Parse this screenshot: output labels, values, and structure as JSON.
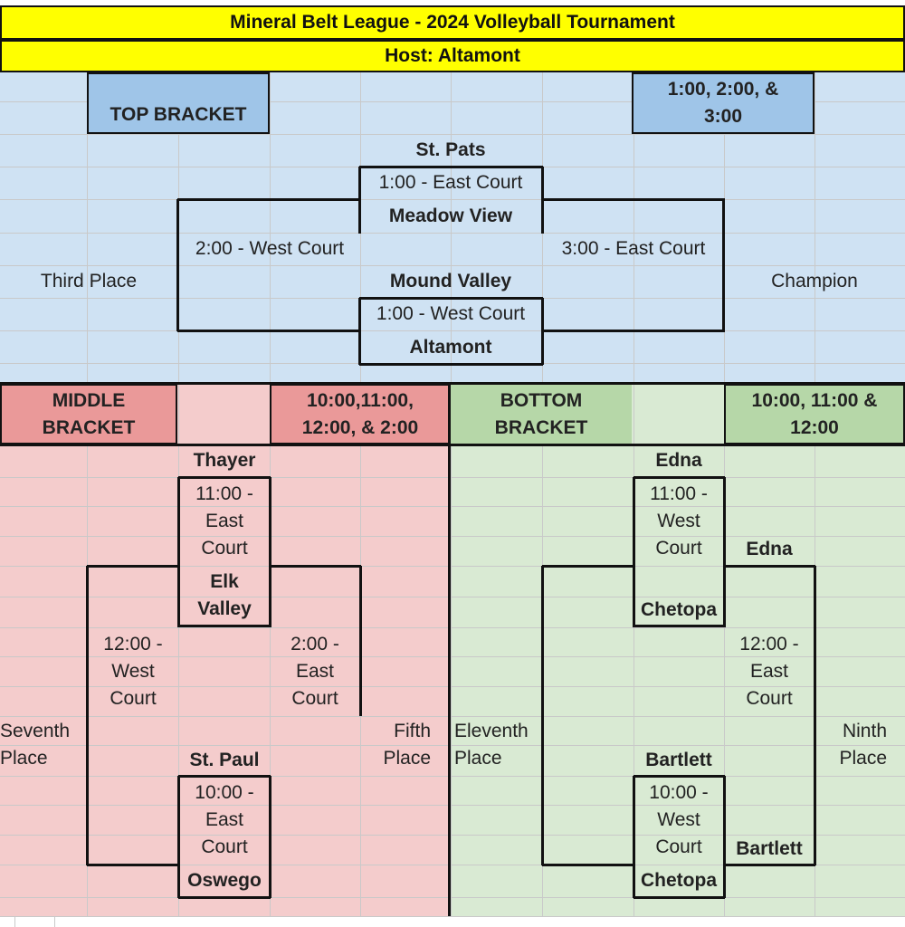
{
  "title": "Mineral Belt League - 2024 Volleyball Tournament",
  "host": "Host: Altamont",
  "colors": {
    "title_bg": "#ffff00",
    "top_bg": "#cfe2f3",
    "top_header": "#9fc5e8",
    "middle_bg": "#f4cccc",
    "middle_header": "#ea9999",
    "bottom_bg": "#d9ead3",
    "bottom_header": "#b6d7a8"
  },
  "top": {
    "header": "TOP BRACKET",
    "times": "1:00, 2:00, &\n3:00",
    "team_1": "St. Pats",
    "game_1": "1:00 - East Court",
    "team_2": "Meadow View",
    "semi_time": "2:00 - West Court",
    "final_time": "3:00 - East Court",
    "third_place": "Third Place",
    "team_3": "Mound Valley",
    "champion": "Champion",
    "game_2": "1:00 - West Court",
    "team_4": "Altamont"
  },
  "middle": {
    "header": "MIDDLE\nBRACKET",
    "times": "10:00,11:00,\n12:00, & 2:00",
    "team_1": "Thayer",
    "game_1": "11:00 -\nEast\nCourt",
    "team_2": "Elk\nValley",
    "left_time": "12:00 -\nWest\nCourt",
    "right_time": "2:00 -\nEast\nCourt",
    "seventh": "Seventh\nPlace",
    "fifth": "Fifth\nPlace",
    "team_3": "St. Paul",
    "game_2": "10:00 -\nEast\nCourt",
    "team_4": "Oswego"
  },
  "bottom": {
    "header": "BOTTOM\nBRACKET",
    "times": "10:00, 11:00 &\n12:00",
    "team_1": "Edna",
    "game_1": "11:00 -\nWest\nCourt",
    "winner_1": "Edna",
    "team_2": "Chetopa",
    "right_time": "12:00 -\nEast\nCourt",
    "eleventh": "Eleventh\nPlace",
    "ninth": "Ninth\nPlace",
    "team_3": "Bartlett",
    "game_2": "10:00 -\nWest\nCourt",
    "winner_2": "Bartlett",
    "team_4": "Chetopa"
  }
}
